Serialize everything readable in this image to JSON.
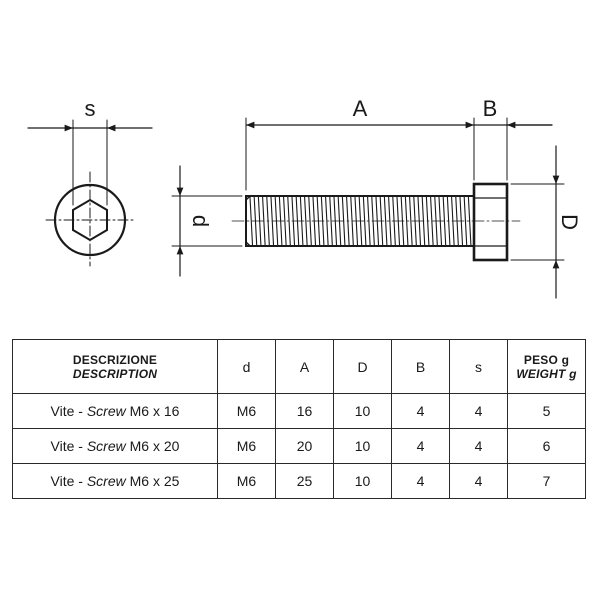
{
  "drawing": {
    "labels": {
      "s": "s",
      "d": "d",
      "A": "A",
      "B": "B",
      "D": "D"
    }
  },
  "table": {
    "header": {
      "description_it": "DESCRIZIONE",
      "description_en": "DESCRIPTION",
      "d": "d",
      "A": "A",
      "D": "D",
      "B": "B",
      "s": "s",
      "weight_it": "PESO g",
      "weight_en": "WEIGHT g"
    },
    "rows": [
      {
        "prefix": "Vite - ",
        "italic": "Screw",
        "size": " M6 x 16",
        "d": "M6",
        "A": "16",
        "D": "10",
        "B": "4",
        "s": "4",
        "weight": "5"
      },
      {
        "prefix": "Vite - ",
        "italic": "Screw",
        "size": " M6 x 20",
        "d": "M6",
        "A": "20",
        "D": "10",
        "B": "4",
        "s": "4",
        "weight": "6"
      },
      {
        "prefix": "Vite - ",
        "italic": "Screw",
        "size": " M6 x 25",
        "d": "M6",
        "A": "25",
        "D": "10",
        "B": "4",
        "s": "4",
        "weight": "7"
      }
    ]
  }
}
